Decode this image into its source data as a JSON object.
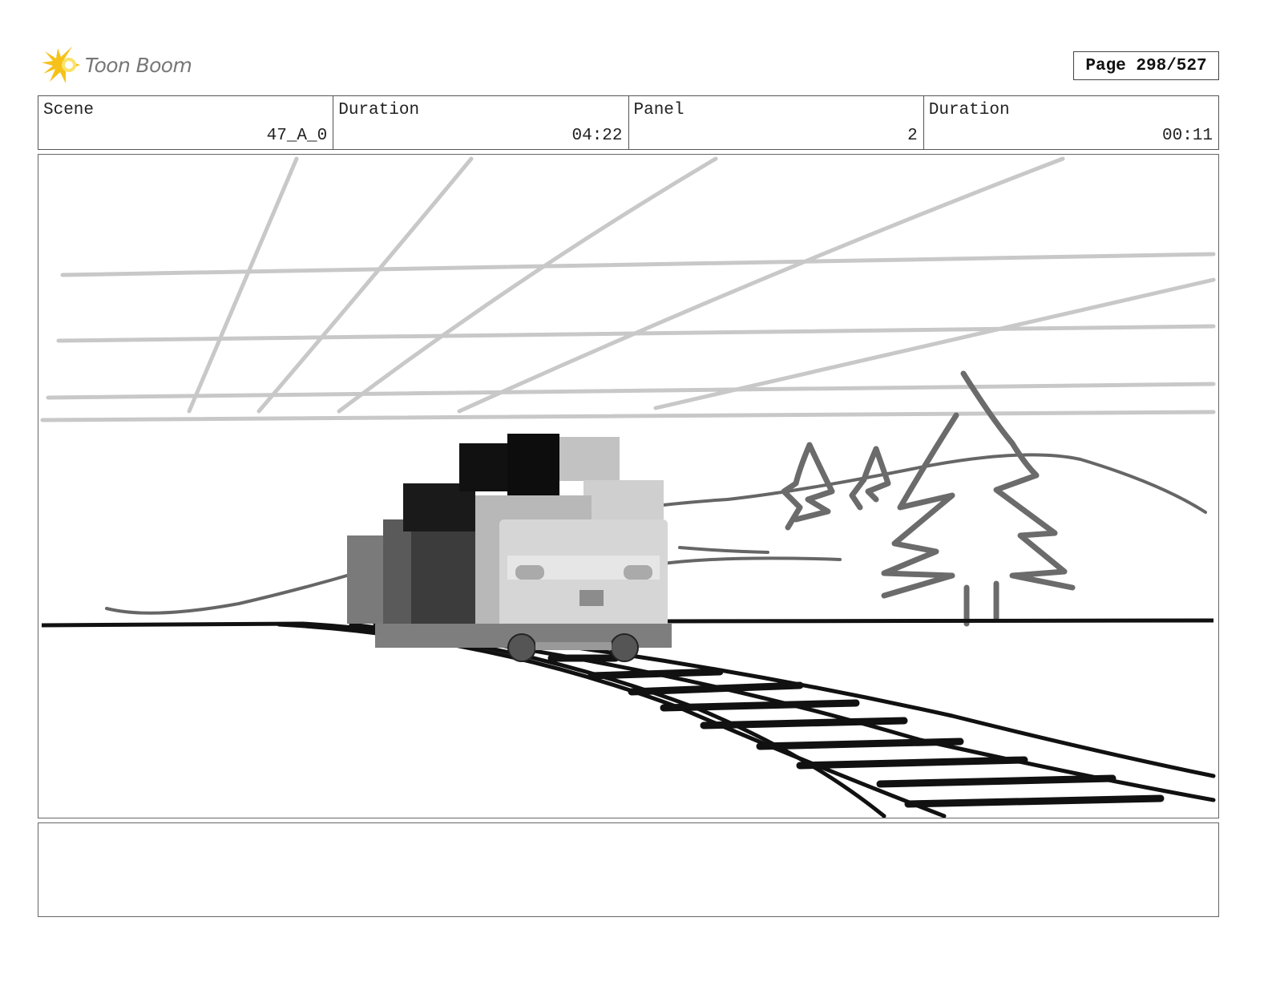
{
  "brand": {
    "name": "Toon Boom",
    "logo_icon": "starburst-comet-icon",
    "logo_color": "#f6c21a"
  },
  "page_indicator": "Page 298/527",
  "header": {
    "scene_label": "Scene",
    "scene_value": "47_A_0",
    "scene_duration_label": "Duration",
    "scene_duration_value": "04:22",
    "panel_label": "Panel",
    "panel_value": "2",
    "panel_duration_label": "Duration",
    "panel_duration_value": "00:11"
  },
  "panel_image": {
    "content": "storyboard-drawing",
    "elements": [
      "perspective-grid",
      "train",
      "railroad-track",
      "hills",
      "pine-trees",
      "horizon-line"
    ]
  },
  "notes": {
    "text": ""
  }
}
